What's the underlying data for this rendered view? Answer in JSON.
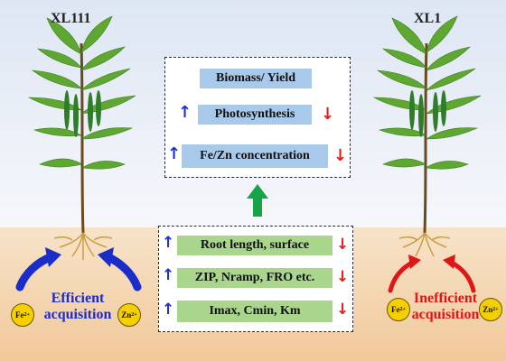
{
  "plants": {
    "left": {
      "name": "XL111"
    },
    "right": {
      "name": "XL1"
    }
  },
  "top_box": {
    "items": [
      {
        "label": "Biomass/ Yield",
        "up": "",
        "down": ""
      },
      {
        "label": "Photosynthesis",
        "up": "↑",
        "down": "↓"
      },
      {
        "label": "Fe/Zn concentration",
        "up": "↑",
        "down": "↓"
      }
    ]
  },
  "bottom_box": {
    "items": [
      {
        "label": "Root length, surface",
        "up": "↑",
        "down": "↓"
      },
      {
        "label": "ZIP, Nramp, FRO etc.",
        "up": "↑",
        "down": "↓"
      },
      {
        "label": "Imax, Cmin, Km",
        "up": "↑",
        "down": "↓"
      }
    ]
  },
  "left_acquisition": {
    "line1": "Efficient",
    "line2": "acquisition",
    "ion_a": "Fe",
    "ion_b": "Zn",
    "charge": "2+"
  },
  "right_acquisition": {
    "line1": "Inefficient",
    "line2": "acquisition",
    "ion_a": "Fe",
    "ion_b": "Zn",
    "charge": "2+"
  },
  "colors": {
    "sky_top": "#dfe7f3",
    "soil": "#f5d9b6",
    "label_blue": "#a9c9ea",
    "label_green": "#a9d58c",
    "arrow_up": "#1e2fd6",
    "arrow_down": "#e02020",
    "center_arrow": "#16a34a",
    "efficient_text": "#1a2cc9",
    "inefficient_text": "#e01515"
  }
}
